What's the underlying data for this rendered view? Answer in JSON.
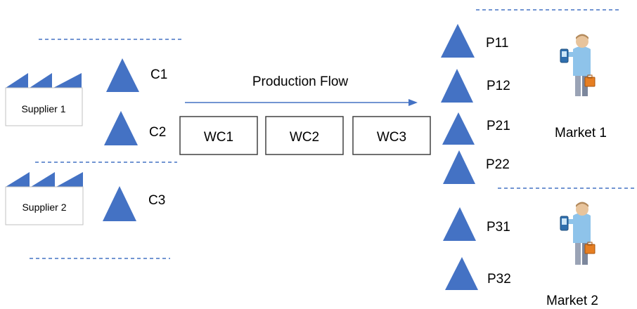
{
  "colors": {
    "triangle": "#4472c4",
    "factory_roof": "#4472c4",
    "divider": "#4472c4",
    "arrow": "#4472c4",
    "box_border": "#404040",
    "text": "#000000"
  },
  "suppliers": [
    {
      "label": "Supplier 1",
      "icon": "factory-icon"
    },
    {
      "label": "Supplier 2",
      "icon": "factory-icon"
    }
  ],
  "components": [
    "C1",
    "C2",
    "C3"
  ],
  "production": {
    "flow_label": "Production Flow",
    "work_centers": [
      "WC1",
      "WC2",
      "WC3"
    ]
  },
  "products": [
    "P11",
    "P12",
    "P21",
    "P22",
    "P31",
    "P32"
  ],
  "markets": [
    {
      "label": "Market 1",
      "icon": "businessman-icon"
    },
    {
      "label": "Market 2",
      "icon": "businessman-icon"
    }
  ]
}
